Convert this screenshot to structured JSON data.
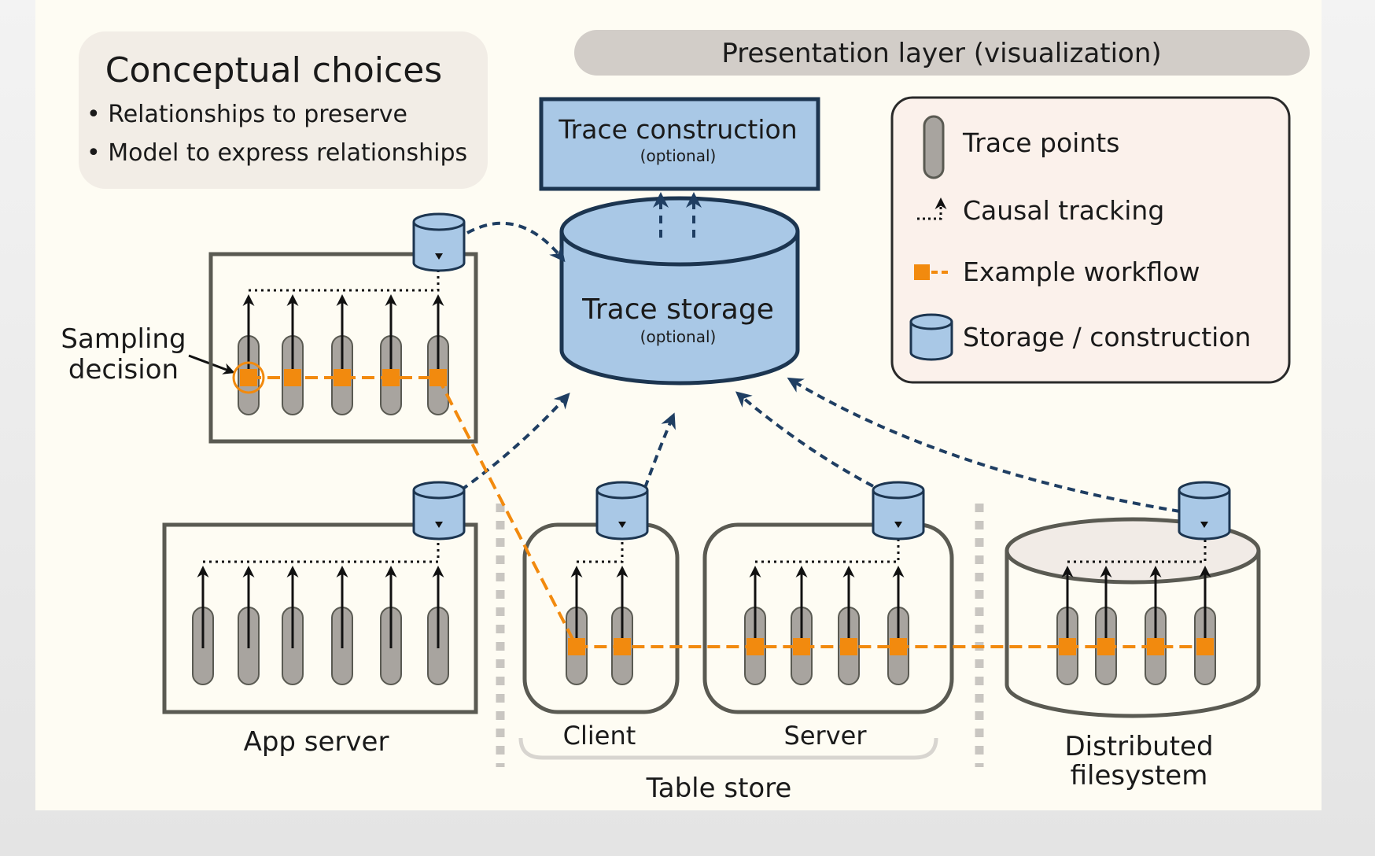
{
  "colors": {
    "panel_bg": "#fefcf3",
    "box_fill": "#f2ede6",
    "header_fill": "#d2cdc8",
    "storage_blue": "#a9c8e6",
    "storage_stroke": "#1c3550",
    "arrow_blue": "#1f3e62",
    "workflow_orange": "#f28a0e",
    "trace_point_gray": "#a8a49f",
    "node_stroke": "#5a5a52"
  },
  "conceptual": {
    "title": "Conceptual choices",
    "items": [
      "• Relationships to preserve",
      "• Model to express relationships"
    ]
  },
  "presentation": {
    "label": "Presentation layer (visualization)"
  },
  "trace_construction": {
    "label": "Trace construction",
    "sub": "(optional)"
  },
  "trace_storage": {
    "label": "Trace storage",
    "sub": "(optional)"
  },
  "legend": {
    "trace_points": "Trace points",
    "causal": "Causal tracking",
    "workflow": "Example workflow",
    "storage": "Storage / construction"
  },
  "sampling": {
    "line1": "Sampling",
    "line2": "decision"
  },
  "labels": {
    "app_server": "App server",
    "client": "Client",
    "server": "Server",
    "table_store": "Table store",
    "dfs_line1": "Distributed",
    "dfs_line2": "filesystem"
  }
}
